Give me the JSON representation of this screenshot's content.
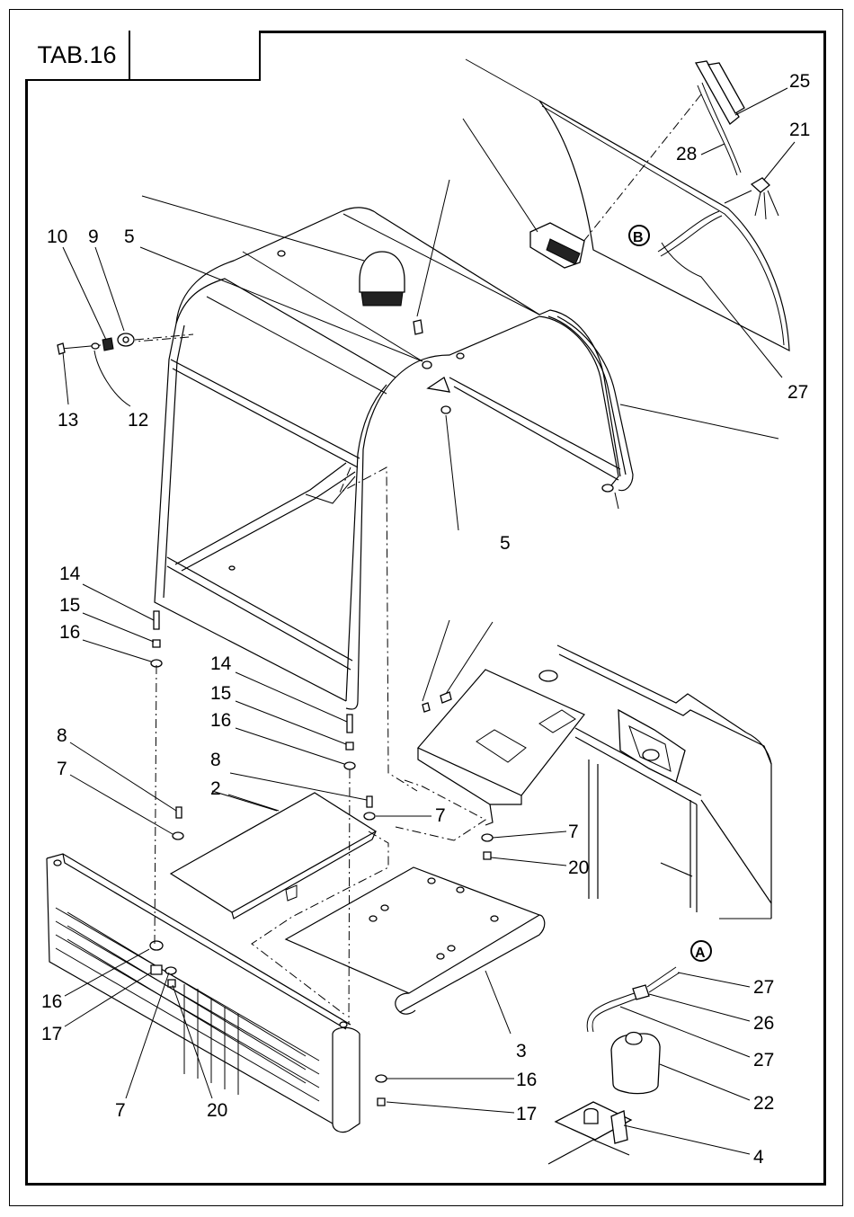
{
  "header": {
    "table_label": "TAB.16",
    "secondary_label": ""
  },
  "callouts": [
    {
      "id": "c25",
      "text": "25"
    },
    {
      "id": "c21",
      "text": "21"
    },
    {
      "id": "c28",
      "text": "28"
    },
    {
      "id": "cB",
      "text": "B"
    },
    {
      "id": "c27a",
      "text": "27"
    },
    {
      "id": "c10",
      "text": "10"
    },
    {
      "id": "c9",
      "text": "9"
    },
    {
      "id": "c5a",
      "text": "5"
    },
    {
      "id": "c13",
      "text": "13"
    },
    {
      "id": "c12",
      "text": "12"
    },
    {
      "id": "c5b",
      "text": "5"
    },
    {
      "id": "c14a",
      "text": "14"
    },
    {
      "id": "c15a",
      "text": "15"
    },
    {
      "id": "c16a",
      "text": "16"
    },
    {
      "id": "c14b",
      "text": "14"
    },
    {
      "id": "c15b",
      "text": "15"
    },
    {
      "id": "c16b",
      "text": "16"
    },
    {
      "id": "c8a",
      "text": "8"
    },
    {
      "id": "c7a",
      "text": "7"
    },
    {
      "id": "c8b",
      "text": "8"
    },
    {
      "id": "c2",
      "text": "2"
    },
    {
      "id": "c7b",
      "text": "7"
    },
    {
      "id": "c7c",
      "text": "7"
    },
    {
      "id": "c20a",
      "text": "20"
    },
    {
      "id": "cA",
      "text": "A"
    },
    {
      "id": "c27b",
      "text": "27"
    },
    {
      "id": "c26",
      "text": "26"
    },
    {
      "id": "c27c",
      "text": "27"
    },
    {
      "id": "c22",
      "text": "22"
    },
    {
      "id": "c16c",
      "text": "16"
    },
    {
      "id": "c17a",
      "text": "17"
    },
    {
      "id": "c7d",
      "text": "7"
    },
    {
      "id": "c20b",
      "text": "20"
    },
    {
      "id": "c3",
      "text": "3"
    },
    {
      "id": "c16d",
      "text": "16"
    },
    {
      "id": "c17b",
      "text": "17"
    },
    {
      "id": "c4",
      "text": "4"
    }
  ]
}
